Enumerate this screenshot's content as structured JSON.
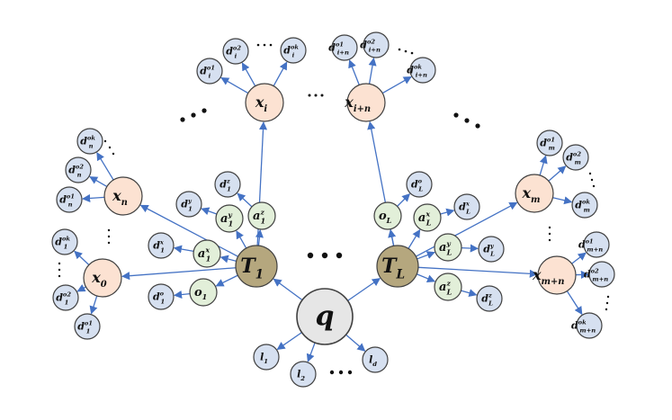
{
  "nodes": [
    {
      "id": "q",
      "label": "q",
      "kind": "root"
    },
    {
      "id": "T1",
      "label": "T",
      "sub": "1",
      "kind": "type"
    },
    {
      "id": "TL",
      "label": "T",
      "sub": "L",
      "kind": "type"
    },
    {
      "id": "x0",
      "label": "x",
      "sub": "0",
      "kind": "entity"
    },
    {
      "id": "xn",
      "label": "x",
      "sub": "n",
      "kind": "entity"
    },
    {
      "id": "xi",
      "label": "x",
      "sub": "i",
      "kind": "entity"
    },
    {
      "id": "xin",
      "label": "x",
      "sub": "i+n",
      "kind": "entity"
    },
    {
      "id": "xm",
      "label": "x",
      "sub": "m",
      "kind": "entity"
    },
    {
      "id": "xmn",
      "label": "x",
      "sub": "m+n",
      "kind": "entity"
    },
    {
      "id": "o1",
      "label": "o",
      "sub": "1",
      "kind": "attr"
    },
    {
      "id": "a1x",
      "label": "a",
      "sub": "1",
      "sup": "x",
      "kind": "attr"
    },
    {
      "id": "a1y",
      "label": "a",
      "sub": "1",
      "sup": "y",
      "kind": "attr"
    },
    {
      "id": "a1z",
      "label": "a",
      "sub": "1",
      "sup": "z",
      "kind": "attr"
    },
    {
      "id": "oL",
      "label": "o",
      "sub": "L",
      "kind": "attr"
    },
    {
      "id": "aLx",
      "label": "a",
      "sub": "L",
      "sup": "x",
      "kind": "attr"
    },
    {
      "id": "aLy",
      "label": "a",
      "sub": "L",
      "sup": "y",
      "kind": "attr"
    },
    {
      "id": "aLz",
      "label": "a",
      "sub": "L",
      "sup": "z",
      "kind": "attr"
    },
    {
      "id": "d1o",
      "label": "d",
      "sub": "1",
      "sup": "o",
      "kind": "desc"
    },
    {
      "id": "d1x",
      "label": "d",
      "sub": "1",
      "sup": "x",
      "kind": "desc"
    },
    {
      "id": "d1y",
      "label": "d",
      "sub": "1",
      "sup": "y",
      "kind": "desc"
    },
    {
      "id": "d1z",
      "label": "d",
      "sub": "1",
      "sup": "z",
      "kind": "desc"
    },
    {
      "id": "dLo",
      "label": "d",
      "sub": "L",
      "sup": "o",
      "kind": "desc"
    },
    {
      "id": "dLx",
      "label": "d",
      "sub": "L",
      "sup": "x",
      "kind": "desc"
    },
    {
      "id": "dLy",
      "label": "d",
      "sub": "L",
      "sup": "y",
      "kind": "desc"
    },
    {
      "id": "dLz",
      "label": "d",
      "sub": "L",
      "sup": "z",
      "kind": "desc"
    },
    {
      "id": "d1o1",
      "label": "d",
      "sub": "1",
      "sup": "o1",
      "kind": "desc"
    },
    {
      "id": "d1o2",
      "label": "d",
      "sub": "1",
      "sup": "o2",
      "kind": "desc"
    },
    {
      "id": "d1ok",
      "label": "d",
      "sub": "1",
      "sup": "ok",
      "kind": "desc"
    },
    {
      "id": "dno1",
      "label": "d",
      "sub": "n",
      "sup": "o1",
      "kind": "desc"
    },
    {
      "id": "dno2",
      "label": "d",
      "sub": "n",
      "sup": "o2",
      "kind": "desc"
    },
    {
      "id": "dnok",
      "label": "d",
      "sub": "n",
      "sup": "ok",
      "kind": "desc"
    },
    {
      "id": "dio1",
      "label": "d",
      "sub": "i",
      "sup": "o1",
      "kind": "desc"
    },
    {
      "id": "dio2",
      "label": "d",
      "sub": "i",
      "sup": "o2",
      "kind": "desc"
    },
    {
      "id": "diok",
      "label": "d",
      "sub": "i",
      "sup": "ok",
      "kind": "desc"
    },
    {
      "id": "dino1",
      "label": "d",
      "sub": "i+n",
      "sup": "o1",
      "kind": "desc"
    },
    {
      "id": "dino2",
      "label": "d",
      "sub": "i+n",
      "sup": "o2",
      "kind": "desc"
    },
    {
      "id": "dinok",
      "label": "d",
      "sub": "i+n",
      "sup": "ok",
      "kind": "desc"
    },
    {
      "id": "dmo1",
      "label": "d",
      "sub": "m",
      "sup": "o1",
      "kind": "desc"
    },
    {
      "id": "dmo2",
      "label": "d",
      "sub": "m",
      "sup": "o2",
      "kind": "desc"
    },
    {
      "id": "dmok",
      "label": "d",
      "sub": "m",
      "sup": "ok",
      "kind": "desc"
    },
    {
      "id": "dmno1",
      "label": "d",
      "sub": "m+n",
      "sup": "o1",
      "kind": "desc"
    },
    {
      "id": "dmno2",
      "label": "d",
      "sub": "m+n",
      "sup": "o2",
      "kind": "desc"
    },
    {
      "id": "dmnok",
      "label": "d",
      "sub": "m+n",
      "sup": "ok",
      "kind": "desc"
    },
    {
      "id": "l1",
      "label": "l",
      "sub": "1",
      "kind": "desc"
    },
    {
      "id": "l2",
      "label": "l",
      "sub": "2",
      "kind": "desc"
    },
    {
      "id": "ld",
      "label": "l",
      "sub": "d",
      "kind": "desc"
    }
  ],
  "edges": [
    [
      "q",
      "T1"
    ],
    [
      "q",
      "TL"
    ],
    [
      "q",
      "l1"
    ],
    [
      "q",
      "l2"
    ],
    [
      "q",
      "ld"
    ],
    [
      "T1",
      "x0"
    ],
    [
      "T1",
      "xn"
    ],
    [
      "T1",
      "xi"
    ],
    [
      "T1",
      "o1"
    ],
    [
      "T1",
      "a1x"
    ],
    [
      "T1",
      "a1y"
    ],
    [
      "T1",
      "a1z"
    ],
    [
      "TL",
      "xin"
    ],
    [
      "TL",
      "xm"
    ],
    [
      "TL",
      "xmn"
    ],
    [
      "TL",
      "oL"
    ],
    [
      "TL",
      "aLx"
    ],
    [
      "TL",
      "aLy"
    ],
    [
      "TL",
      "aLz"
    ],
    [
      "o1",
      "d1o"
    ],
    [
      "a1x",
      "d1x"
    ],
    [
      "a1y",
      "d1y"
    ],
    [
      "a1z",
      "d1z"
    ],
    [
      "oL",
      "dLo"
    ],
    [
      "aLx",
      "dLx"
    ],
    [
      "aLy",
      "dLy"
    ],
    [
      "aLz",
      "dLz"
    ],
    [
      "x0",
      "d1o1"
    ],
    [
      "x0",
      "d1o2"
    ],
    [
      "x0",
      "d1ok"
    ],
    [
      "xn",
      "dno1"
    ],
    [
      "xn",
      "dno2"
    ],
    [
      "xn",
      "dnok"
    ],
    [
      "xi",
      "dio1"
    ],
    [
      "xi",
      "dio2"
    ],
    [
      "xi",
      "diok"
    ],
    [
      "xin",
      "dino1"
    ],
    [
      "xin",
      "dino2"
    ],
    [
      "xin",
      "dinok"
    ],
    [
      "xm",
      "dmo1"
    ],
    [
      "xm",
      "dmo2"
    ],
    [
      "xm",
      "dmok"
    ],
    [
      "xmn",
      "dmno1"
    ],
    [
      "xmn",
      "dmno2"
    ],
    [
      "xmn",
      "dmnok"
    ]
  ],
  "palette": {
    "root": {
      "fill": "#E6E6E6",
      "stroke": "#404040"
    },
    "type": {
      "fill": "#B5A77E",
      "stroke": "#404040"
    },
    "entity": {
      "fill": "#FCE2D2",
      "stroke": "#404040"
    },
    "attr": {
      "fill": "#E2EFD9",
      "stroke": "#404040"
    },
    "desc": {
      "fill": "#D6E0F0",
      "stroke": "#404040"
    },
    "edge": "#4472C4"
  }
}
